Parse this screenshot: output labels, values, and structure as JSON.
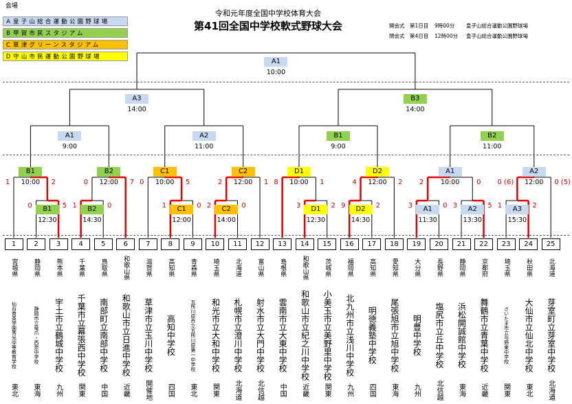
{
  "header": {
    "subtitle": "令和元年度全国中学校体育大会",
    "title": "第41回全国中学校軟式野球大会"
  },
  "venues": {
    "title": "会場",
    "colors": {
      "A": "#c6d9f1",
      "B": "#92d050",
      "C": "#ffc000",
      "D": "#ffff00"
    },
    "items": [
      {
        "key": "A",
        "name": "皇子山総合運動公園野球場"
      },
      {
        "key": "B",
        "name": "甲賀市民スタジアム"
      },
      {
        "key": "C",
        "name": "草津グリーンスタジアム"
      },
      {
        "key": "D",
        "name": "守山市民運動公園野球場"
      }
    ]
  },
  "schedule": [
    {
      "label": "開会式",
      "day": "第1日目",
      "time": "9時00分",
      "place": "皇子山総合運動公園野球場"
    },
    {
      "label": "閉会式",
      "day": "第4日目",
      "time": "12時00分",
      "place": "皇子山総合運動公園野球場"
    }
  ],
  "teams": [
    {
      "no": "1",
      "pref": "宮城県",
      "school": "仙台育英学園秀光中等教育学校",
      "region": "東北",
      "small": true
    },
    {
      "no": "2",
      "pref": "静岡県",
      "school": "静岡市立竜爪・西奈中学校",
      "region": "東海",
      "small": true
    },
    {
      "no": "3",
      "pref": "熊本県",
      "school": "宇土市立鶴城中学校",
      "region": "九州"
    },
    {
      "no": "4",
      "pref": "千葉県",
      "school": "千葉市立幕張西中学校",
      "region": "関東"
    },
    {
      "no": "5",
      "pref": "鳥取県",
      "school": "南部町立南部中学校",
      "region": "中国"
    },
    {
      "no": "6",
      "pref": "和歌山県",
      "school": "和歌山市立日進中学校",
      "region": "近畿"
    },
    {
      "no": "7",
      "pref": "滋賀県",
      "school": "草津市立玉川中学校",
      "region": "開催地"
    },
    {
      "no": "8",
      "pref": "高知県",
      "school": "高知中学校",
      "region": "四国"
    },
    {
      "no": "9",
      "pref": "青森県",
      "school": "五所川原市立五所川原第一中学校",
      "region": "東北",
      "small": true
    },
    {
      "no": "10",
      "pref": "埼玉県",
      "school": "和光市立大和中学校",
      "region": "関東"
    },
    {
      "no": "11",
      "pref": "北海道",
      "school": "札幌市立澄川中学校",
      "region": "北海道"
    },
    {
      "no": "12",
      "pref": "富山県",
      "school": "射水市立大門中学校",
      "region": "北信越"
    },
    {
      "no": "13",
      "pref": "島根県",
      "school": "雲南市立大東中学校",
      "region": "中国"
    },
    {
      "no": "14",
      "pref": "和歌山県",
      "school": "和歌山市立紀之川中学校",
      "region": "近畿"
    },
    {
      "no": "15",
      "pref": "茨城県",
      "school": "小美玉市立美野里中学校",
      "region": "関東"
    },
    {
      "no": "16",
      "pref": "福岡県",
      "school": "北九州市立浅川中学校",
      "region": "九州"
    },
    {
      "no": "17",
      "pref": "高知県",
      "school": "明徳義塾中学校",
      "region": "四国"
    },
    {
      "no": "18",
      "pref": "愛知県",
      "school": "尾張旭市立旭中学校",
      "region": "東海"
    },
    {
      "no": "19",
      "pref": "大分県",
      "school": "明豊中学校",
      "region": "九州"
    },
    {
      "no": "20",
      "pref": "長野県",
      "school": "塩尻市立丘中学校",
      "region": "北信越"
    },
    {
      "no": "21",
      "pref": "静岡県",
      "school": "浜松開誠館中学校",
      "region": "東海"
    },
    {
      "no": "22",
      "pref": "京都府",
      "school": "舞鶴市立青葉中学校",
      "region": "近畿"
    },
    {
      "no": "23",
      "pref": "埼玉県",
      "school": "さいたま市立与野東中学校",
      "region": "関東",
      "small": true
    },
    {
      "no": "24",
      "pref": "秋田県",
      "school": "大仙市立仙北中学校",
      "region": "東北"
    },
    {
      "no": "25",
      "pref": "北海道",
      "school": "芽室町立芽室中学校",
      "region": "北海道"
    }
  ],
  "matches": [
    {
      "id": "m1",
      "venue": "B",
      "label": "B1",
      "time": "12:30",
      "a": "2",
      "b": "3",
      "sa": "0",
      "sb": "5",
      "win": "b"
    },
    {
      "id": "m2",
      "venue": "B",
      "label": "B2",
      "time": "14:30",
      "a": "4",
      "b": "5",
      "sa": "1",
      "sb": "0",
      "win": "a"
    },
    {
      "id": "m3",
      "venue": "C",
      "label": "C1",
      "time": "12:00",
      "a": "8",
      "b": "9",
      "sa": "1",
      "sb": "0",
      "win": "a"
    },
    {
      "id": "m4",
      "venue": "C",
      "label": "C2",
      "time": "14:00",
      "a": "10",
      "b": "11",
      "sa": "2",
      "sb": "0",
      "win": "a"
    },
    {
      "id": "m5",
      "venue": "D",
      "label": "D1",
      "time": "12:30",
      "a": "14",
      "b": "15",
      "sa": "3",
      "sb": "2",
      "win": "a"
    },
    {
      "id": "m6",
      "venue": "D",
      "label": "D2",
      "time": "14:30",
      "a": "16",
      "b": "17",
      "sa": "9",
      "sb": "2",
      "win": "a"
    },
    {
      "id": "m7",
      "venue": "A",
      "label": "A1",
      "time": "11:30",
      "a": "19",
      "b": "20",
      "sa": "3",
      "sb": "0",
      "win": "a"
    },
    {
      "id": "m8",
      "venue": "A",
      "label": "A2",
      "time": "13:30",
      "a": "21",
      "b": "22",
      "sa": "3",
      "sb": "5",
      "win": "b"
    },
    {
      "id": "m9",
      "venue": "A",
      "label": "A3",
      "time": "15:30",
      "a": "23",
      "b": "24",
      "sa": "1",
      "sb": "2",
      "win": "b"
    },
    {
      "id": "m10",
      "venue": "B",
      "label": "B1",
      "time": "10:00",
      "a": "1",
      "b": "m1",
      "sa": "1",
      "sb": "2",
      "win": "b"
    },
    {
      "id": "m11",
      "venue": "B",
      "label": "B2",
      "time": "12:00",
      "a": "m2",
      "b": "6",
      "sa": "0",
      "sb": "7",
      "win": "b"
    },
    {
      "id": "m12",
      "venue": "C",
      "label": "C1",
      "time": "10:00",
      "a": "7",
      "b": "m3",
      "sa": "0",
      "sb": "5",
      "win": "b"
    },
    {
      "id": "m13",
      "venue": "C",
      "label": "C2",
      "time": "12:00",
      "a": "m4",
      "b": "12",
      "sa": "2",
      "sb": "1",
      "win": "a"
    },
    {
      "id": "m14",
      "venue": "D",
      "label": "D1",
      "time": "10:00",
      "a": "13",
      "b": "m5",
      "sa": "8",
      "sb": "1",
      "win": "a"
    },
    {
      "id": "m15",
      "venue": "D",
      "label": "D2",
      "time": "12:00",
      "a": "m6",
      "b": "18",
      "sa": "4",
      "sb": "2",
      "win": "a"
    },
    {
      "id": "m16",
      "venue": "A",
      "label": "A1",
      "time": "10:00",
      "a": "m7",
      "b": "m8",
      "sa": "2",
      "sb": "0",
      "win": "a"
    },
    {
      "id": "m17",
      "venue": "A",
      "label": "A2",
      "time": "12:00",
      "a": "m9",
      "b": "25",
      "sa": "0 (6)",
      "sb": "0 (5)",
      "win": "a"
    },
    {
      "id": "m18",
      "venue": "A",
      "label": "A1",
      "time": "9:00",
      "a": "m10",
      "b": "m11",
      "sa": "",
      "sb": "",
      "win": ""
    },
    {
      "id": "m19",
      "venue": "A",
      "label": "A2",
      "time": "11:00",
      "a": "m12",
      "b": "m13",
      "sa": "",
      "sb": "",
      "win": ""
    },
    {
      "id": "m20",
      "venue": "B",
      "label": "B1",
      "time": "9:00",
      "a": "m14",
      "b": "m15",
      "sa": "",
      "sb": "",
      "win": ""
    },
    {
      "id": "m21",
      "venue": "B",
      "label": "B2",
      "time": "11:00",
      "a": "m16",
      "b": "m17",
      "sa": "",
      "sb": "",
      "win": ""
    },
    {
      "id": "m22",
      "venue": "A",
      "label": "A3",
      "time": "14:00",
      "a": "m18",
      "b": "m19",
      "sa": "",
      "sb": "",
      "win": ""
    },
    {
      "id": "m23",
      "venue": "B",
      "label": "B3",
      "time": "14:00",
      "a": "m20",
      "b": "m21",
      "sa": "",
      "sb": "",
      "win": ""
    },
    {
      "id": "m24",
      "venue": "A",
      "label": "A1",
      "time": "10:00",
      "a": "m22",
      "b": "m23",
      "sa": "",
      "sb": "",
      "win": ""
    }
  ]
}
